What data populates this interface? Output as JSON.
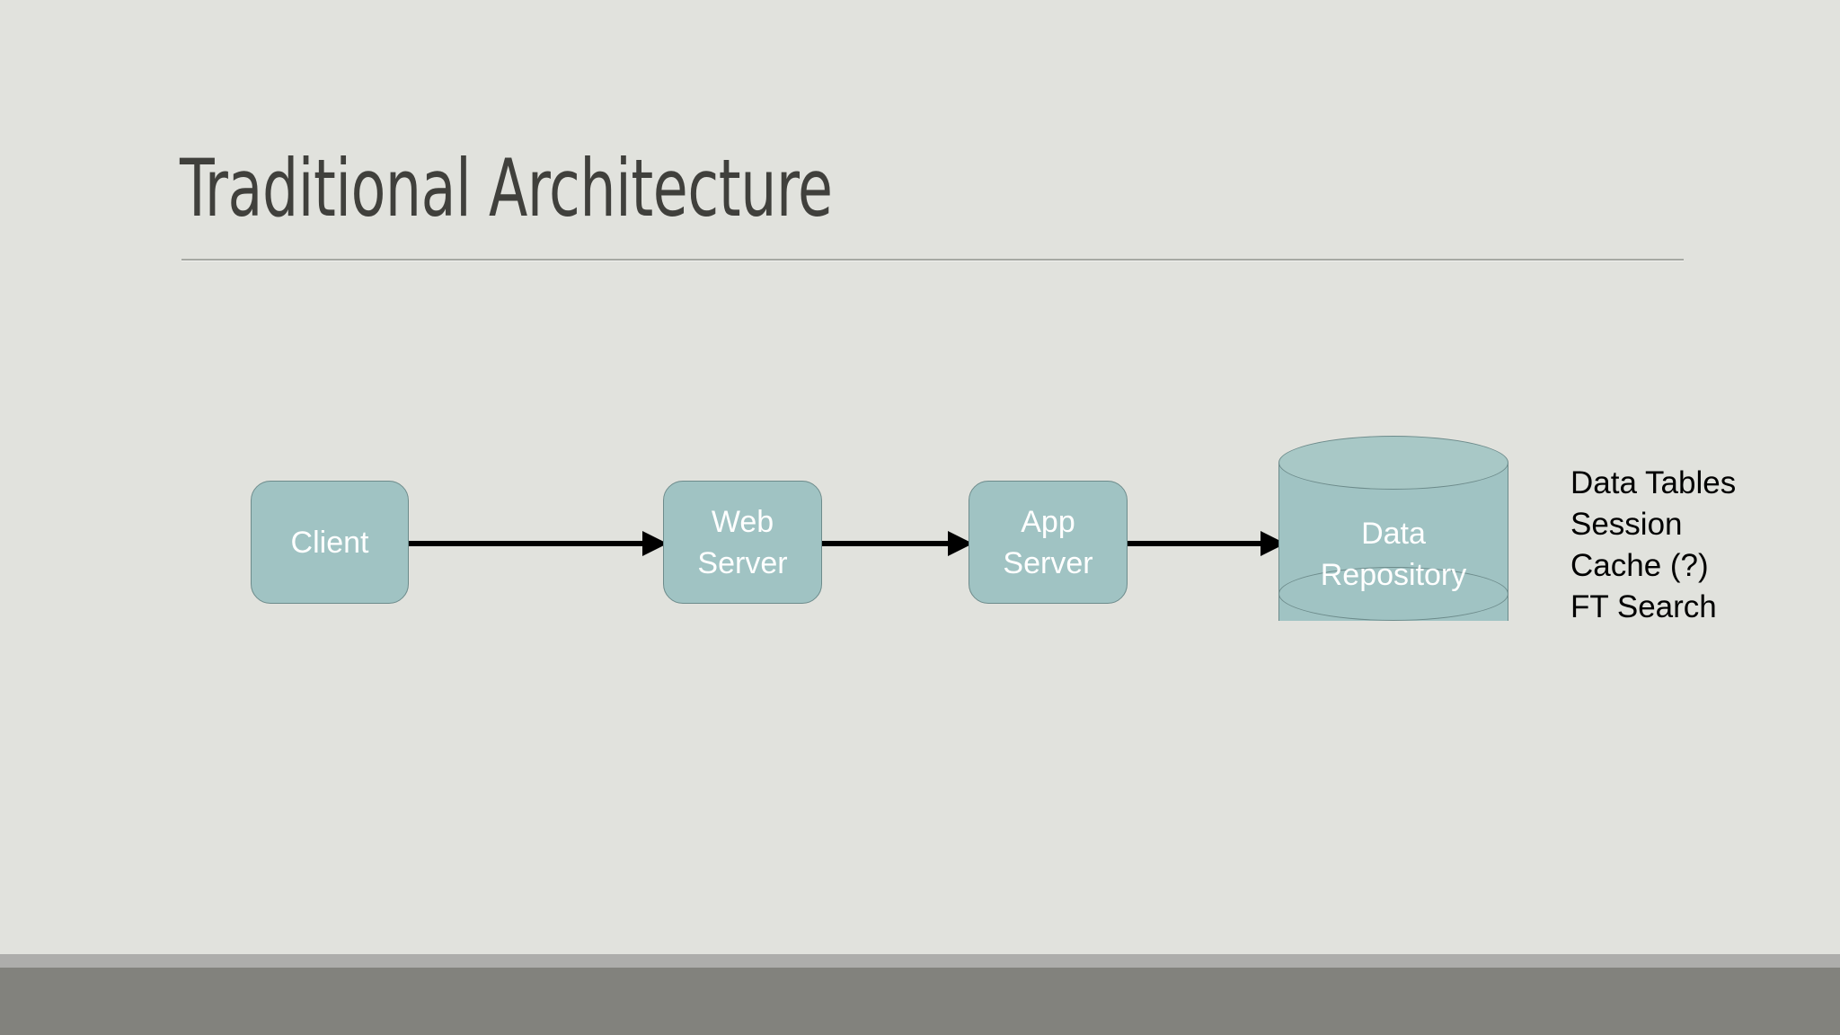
{
  "slide": {
    "title": "Traditional Architecture",
    "background_color": "#e1e2dd",
    "title_color": "#40403c",
    "rule_color": "#a6a8a3"
  },
  "diagram": {
    "type": "flow",
    "node_fill_color": "#a0c3c3",
    "node_border_color": "#6d8b8b",
    "node_label_color": "#ffffff",
    "arrow_color": "#000000",
    "nodes": [
      {
        "id": "client",
        "label": "Client",
        "shape": "rounded-rect"
      },
      {
        "id": "web-server",
        "label": "Web\nServer",
        "line1": "Web",
        "line2": "Server",
        "shape": "rounded-rect"
      },
      {
        "id": "app-server",
        "label": "App\nServer",
        "line1": "App",
        "line2": "Server",
        "shape": "rounded-rect"
      },
      {
        "id": "data-repository",
        "label": "Data\nRepository",
        "line1": "Data",
        "line2": "Repository",
        "shape": "cylinder"
      }
    ],
    "edges": [
      {
        "from": "client",
        "to": "web-server",
        "style": "arrow"
      },
      {
        "from": "web-server",
        "to": "app-server",
        "style": "arrow"
      },
      {
        "from": "app-server",
        "to": "data-repository",
        "style": "arrow"
      }
    ]
  },
  "side_notes": {
    "lines": [
      "Data Tables",
      "Session",
      "Cache (?)",
      "FT Search"
    ],
    "text_color": "#000000"
  },
  "footer": {
    "band_light_color": "#adadab",
    "band_dark_color": "#82827d"
  }
}
